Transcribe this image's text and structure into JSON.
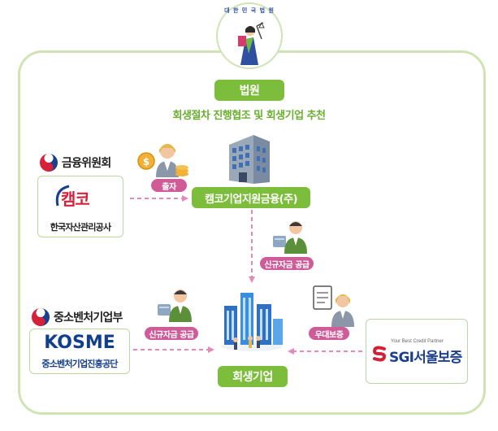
{
  "seal": {
    "text": "대 한 민 국 법 원"
  },
  "court": {
    "label": "법원"
  },
  "subtitle": "회생절차 진행협조 및 회생기업 추천",
  "fsc": {
    "ministry": "금융위원회",
    "logo_text": "캠코",
    "org_name": "한국자산관리공사",
    "investment_label": "출자"
  },
  "camco_fund": {
    "label": "캠코기업지원금융(주)",
    "supply_label": "신규자금 공급"
  },
  "smes": {
    "ministry": "중소벤처기업부",
    "logo_text": "KOSME",
    "org_name": "중소벤처기업진흥공단",
    "supply_label": "신규자금 공급"
  },
  "sgi": {
    "tagline": "Your Best Credit Partner",
    "logo_text": "SGI서울보증",
    "guarantee_label": "우대보증"
  },
  "target": {
    "label": "회생기업"
  },
  "colors": {
    "green": "#7dbd3c",
    "pink": "#cf5b99",
    "frame": "#cfe4b4",
    "arrow": "#e28ab9",
    "kosme_blue": "#123f8c",
    "sgi_red": "#d51f37"
  }
}
